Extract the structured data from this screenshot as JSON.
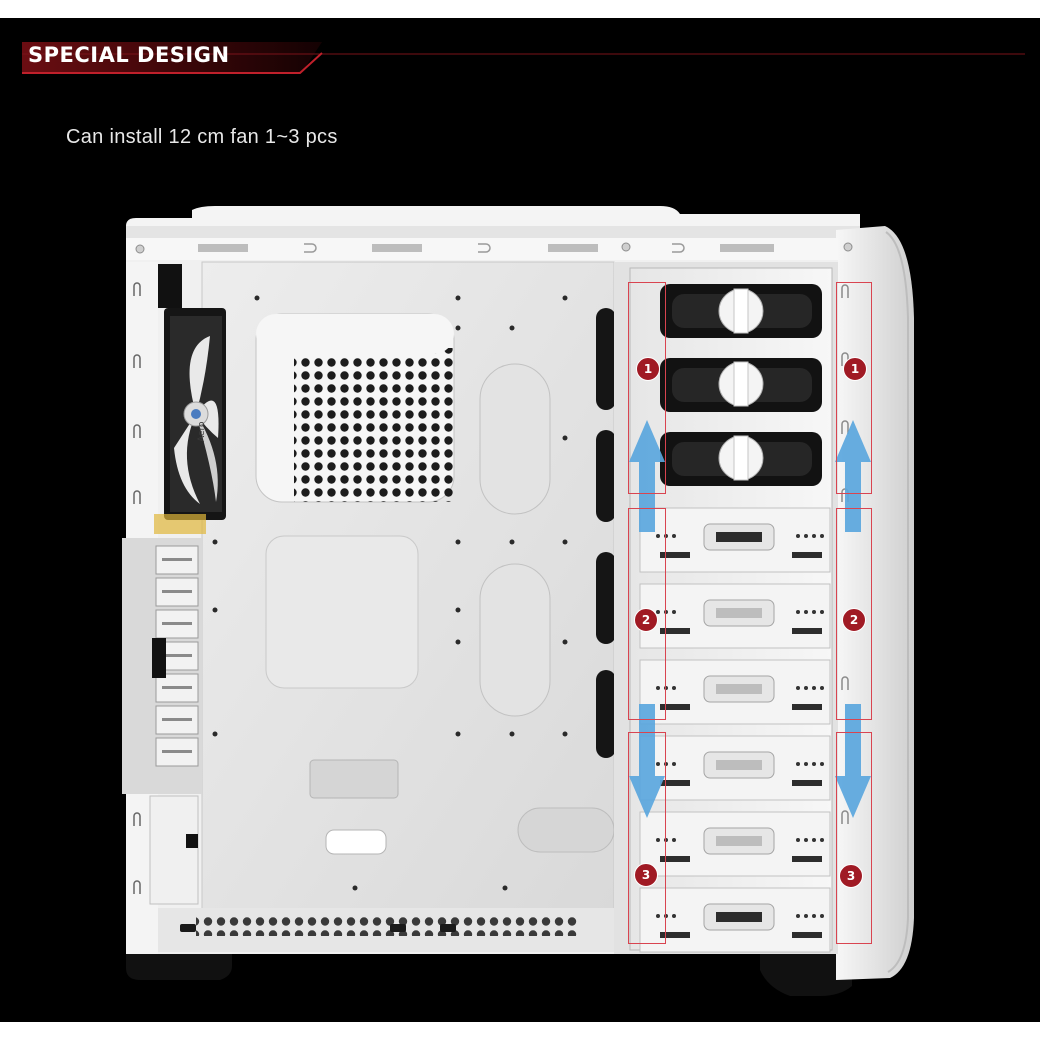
{
  "heading": "SPECIAL DESIGN",
  "caption": "Can install 12 cm fan 1~3  pcs",
  "fan_brand": "Aero",
  "markers": [
    {
      "number": "1"
    },
    {
      "number": "2"
    },
    {
      "number": "3"
    }
  ],
  "colors": {
    "background": "#000000",
    "accent_red": "#a01a24",
    "arrow_blue": "#5aa6dd",
    "case_white": "#f2f2f2"
  }
}
